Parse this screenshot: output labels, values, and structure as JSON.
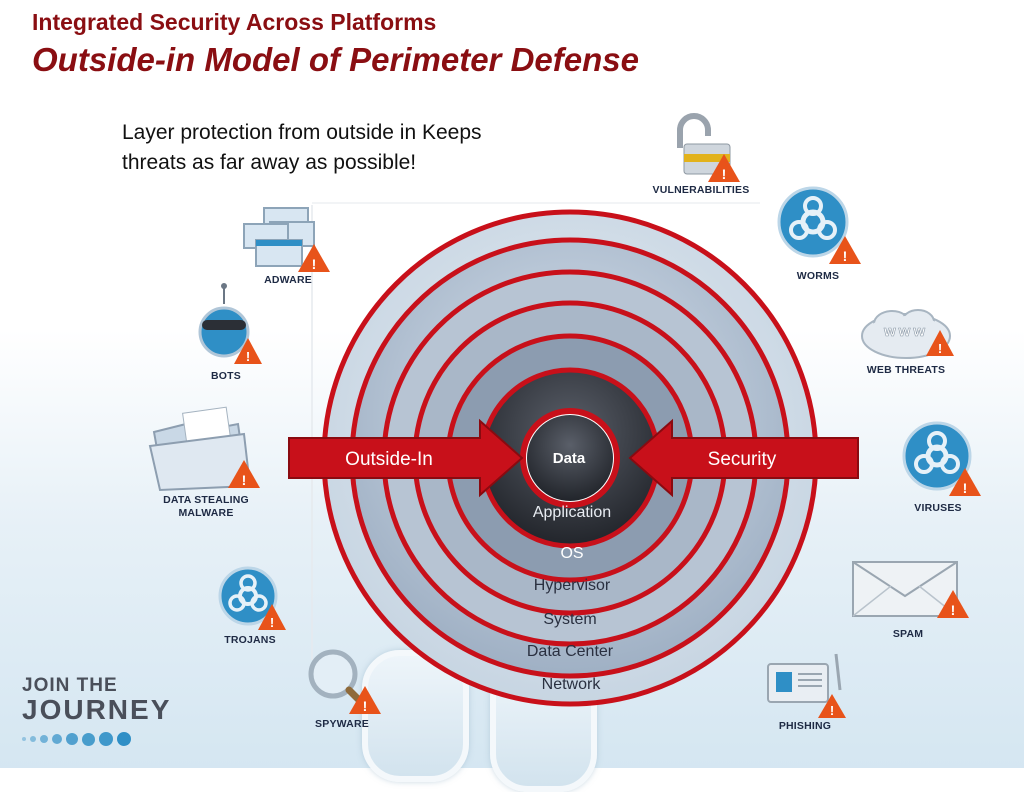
{
  "header": {
    "subtitle": "Integrated Security Across Platforms",
    "title": "Outside-in Model of Perimeter Defense"
  },
  "intro_text": "Layer protection from outside in Keeps threats as far away as possible!",
  "diagram": {
    "center_label": "Data",
    "layers": [
      "Application",
      "OS",
      "Hypervisor",
      "System",
      "Data Center",
      "Network"
    ],
    "arrow_left_label": "Outside-In",
    "arrow_right_label": "Security"
  },
  "threats": {
    "vulnerabilities": "VULNERABILITIES",
    "worms": "WORMS",
    "web_threats": "WEB THREATS",
    "web_cloud_text": "www",
    "viruses": "VIRUSES",
    "spam": "SPAM",
    "phishing": "PHISHING",
    "spyware": "SPYWARE",
    "trojans": "TROJANS",
    "data_stealing_malware_line1": "DATA STEALING",
    "data_stealing_malware_line2": "MALWARE",
    "bots": "BOTS",
    "adware": "ADWARE"
  },
  "logo": {
    "line1": "JOIN THE",
    "line2": "JOURNEY"
  },
  "colors": {
    "title": "#8a0e12",
    "ring_red": "#c8101a",
    "arrow_red": "#c8101a",
    "center_dark": "#2e3138",
    "icon_blue": "#2f8fc6",
    "warning_orange": "#e8531a"
  }
}
